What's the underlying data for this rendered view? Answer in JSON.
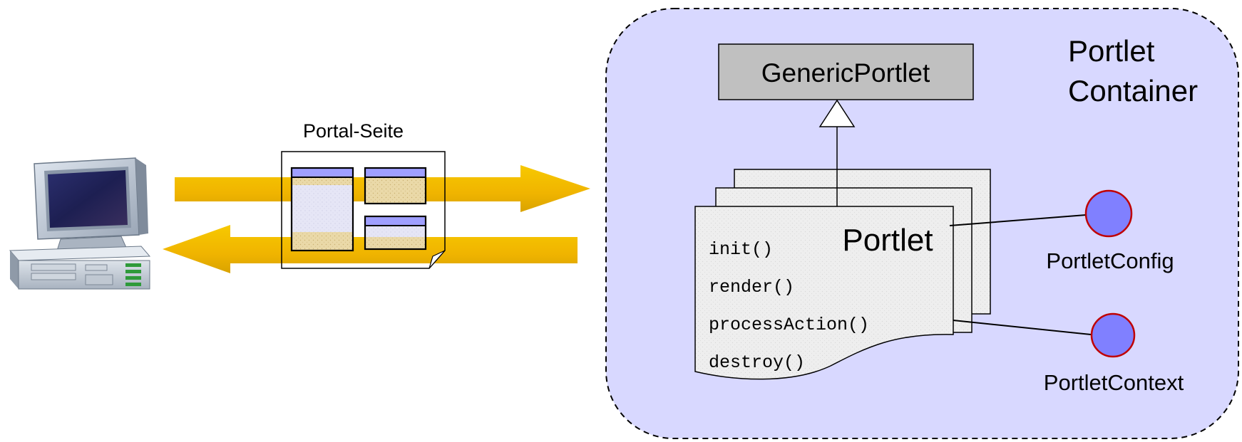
{
  "container": {
    "title_line1": "Portlet",
    "title_line2": "Container"
  },
  "generic_portlet": {
    "label": "GenericPortlet"
  },
  "portal_page": {
    "label": "Portal-Seite"
  },
  "portlet": {
    "label": "Portlet",
    "methods": [
      "init()",
      "render()",
      "processAction()",
      "destroy()"
    ]
  },
  "interfaces": [
    {
      "label": "PortletConfig"
    },
    {
      "label": "PortletContext"
    }
  ],
  "colors": {
    "container_fill": "#d8d8ff",
    "arrow": "#f2b800",
    "interface_fill": "#8080ff",
    "interface_stroke": "#c00000",
    "generic_fill": "#c0c0c0",
    "window_titlebar": "#9f9fff"
  },
  "icons": [
    "desktop-computer-icon"
  ]
}
